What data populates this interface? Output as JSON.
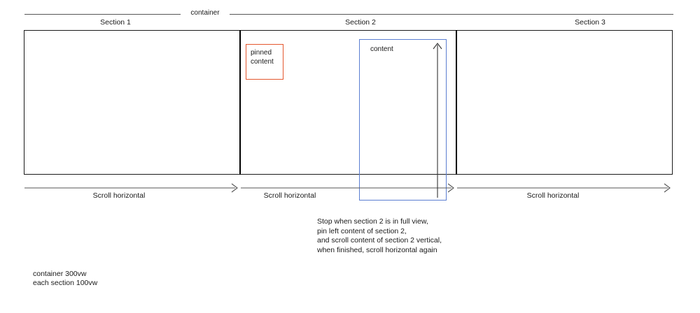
{
  "diagram": {
    "container_label": "container",
    "sections": [
      {
        "label": "Section 1"
      },
      {
        "label": "Section 2"
      },
      {
        "label": "Section 3"
      }
    ],
    "pinned_box_label": "pinned\ncontent",
    "content_box_label": "content",
    "scroll_labels": [
      "Scroll horizontal",
      "Scroll horizontal",
      "Scroll horizontal"
    ],
    "annotation": "Stop when section 2 is in full view,\npin left content of section 2,\nand scroll content of section 2 vertical,\nwhen finished, scroll horizontal again",
    "footnote": "container 300vw\neach section 100vw",
    "colors": {
      "pinned_border": "#e4572e",
      "content_border": "#5b7ed1",
      "line": "#555555",
      "border": "#1a1a1a",
      "text": "#1a1a1a"
    }
  }
}
